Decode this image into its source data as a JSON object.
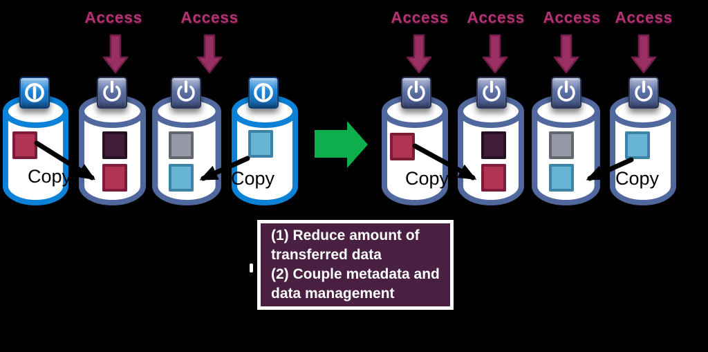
{
  "labels": {
    "access": "Access",
    "copy": "Copy"
  },
  "note": {
    "line1": "(1) Reduce amount of transferred data",
    "line2": "(2) Couple metadata and data management"
  },
  "colors": {
    "background": "#000000",
    "bright_blue": "#0b81d7",
    "slate_blue": "#51689e",
    "cylinder_fill": "#ffffff",
    "button_off_bg": "#1b85da",
    "button_on_bg": "#5d71a8",
    "button_icon": "#ffffff",
    "access_text": "#b23274",
    "access_arrow_fill": "#9a2f63",
    "access_arrow_edge": "#701d48",
    "copy_text": "#000000",
    "copy_arrow": "#000000",
    "green_arrow": "#0caf4b",
    "square_crimson_fill": "#b23454",
    "square_crimson_edge": "#7c1c39",
    "square_darkpurple_fill": "#411d39",
    "square_darkpurple_edge": "#271023",
    "square_gray_fill": "#959aa6",
    "square_gray_edge": "#62666f",
    "square_lightblue_fill": "#68b4d5",
    "square_lightblue_edge": "#3d83a5",
    "note_bg": "#492041",
    "note_border": "#ffffff",
    "note_text": "#ffffff"
  }
}
